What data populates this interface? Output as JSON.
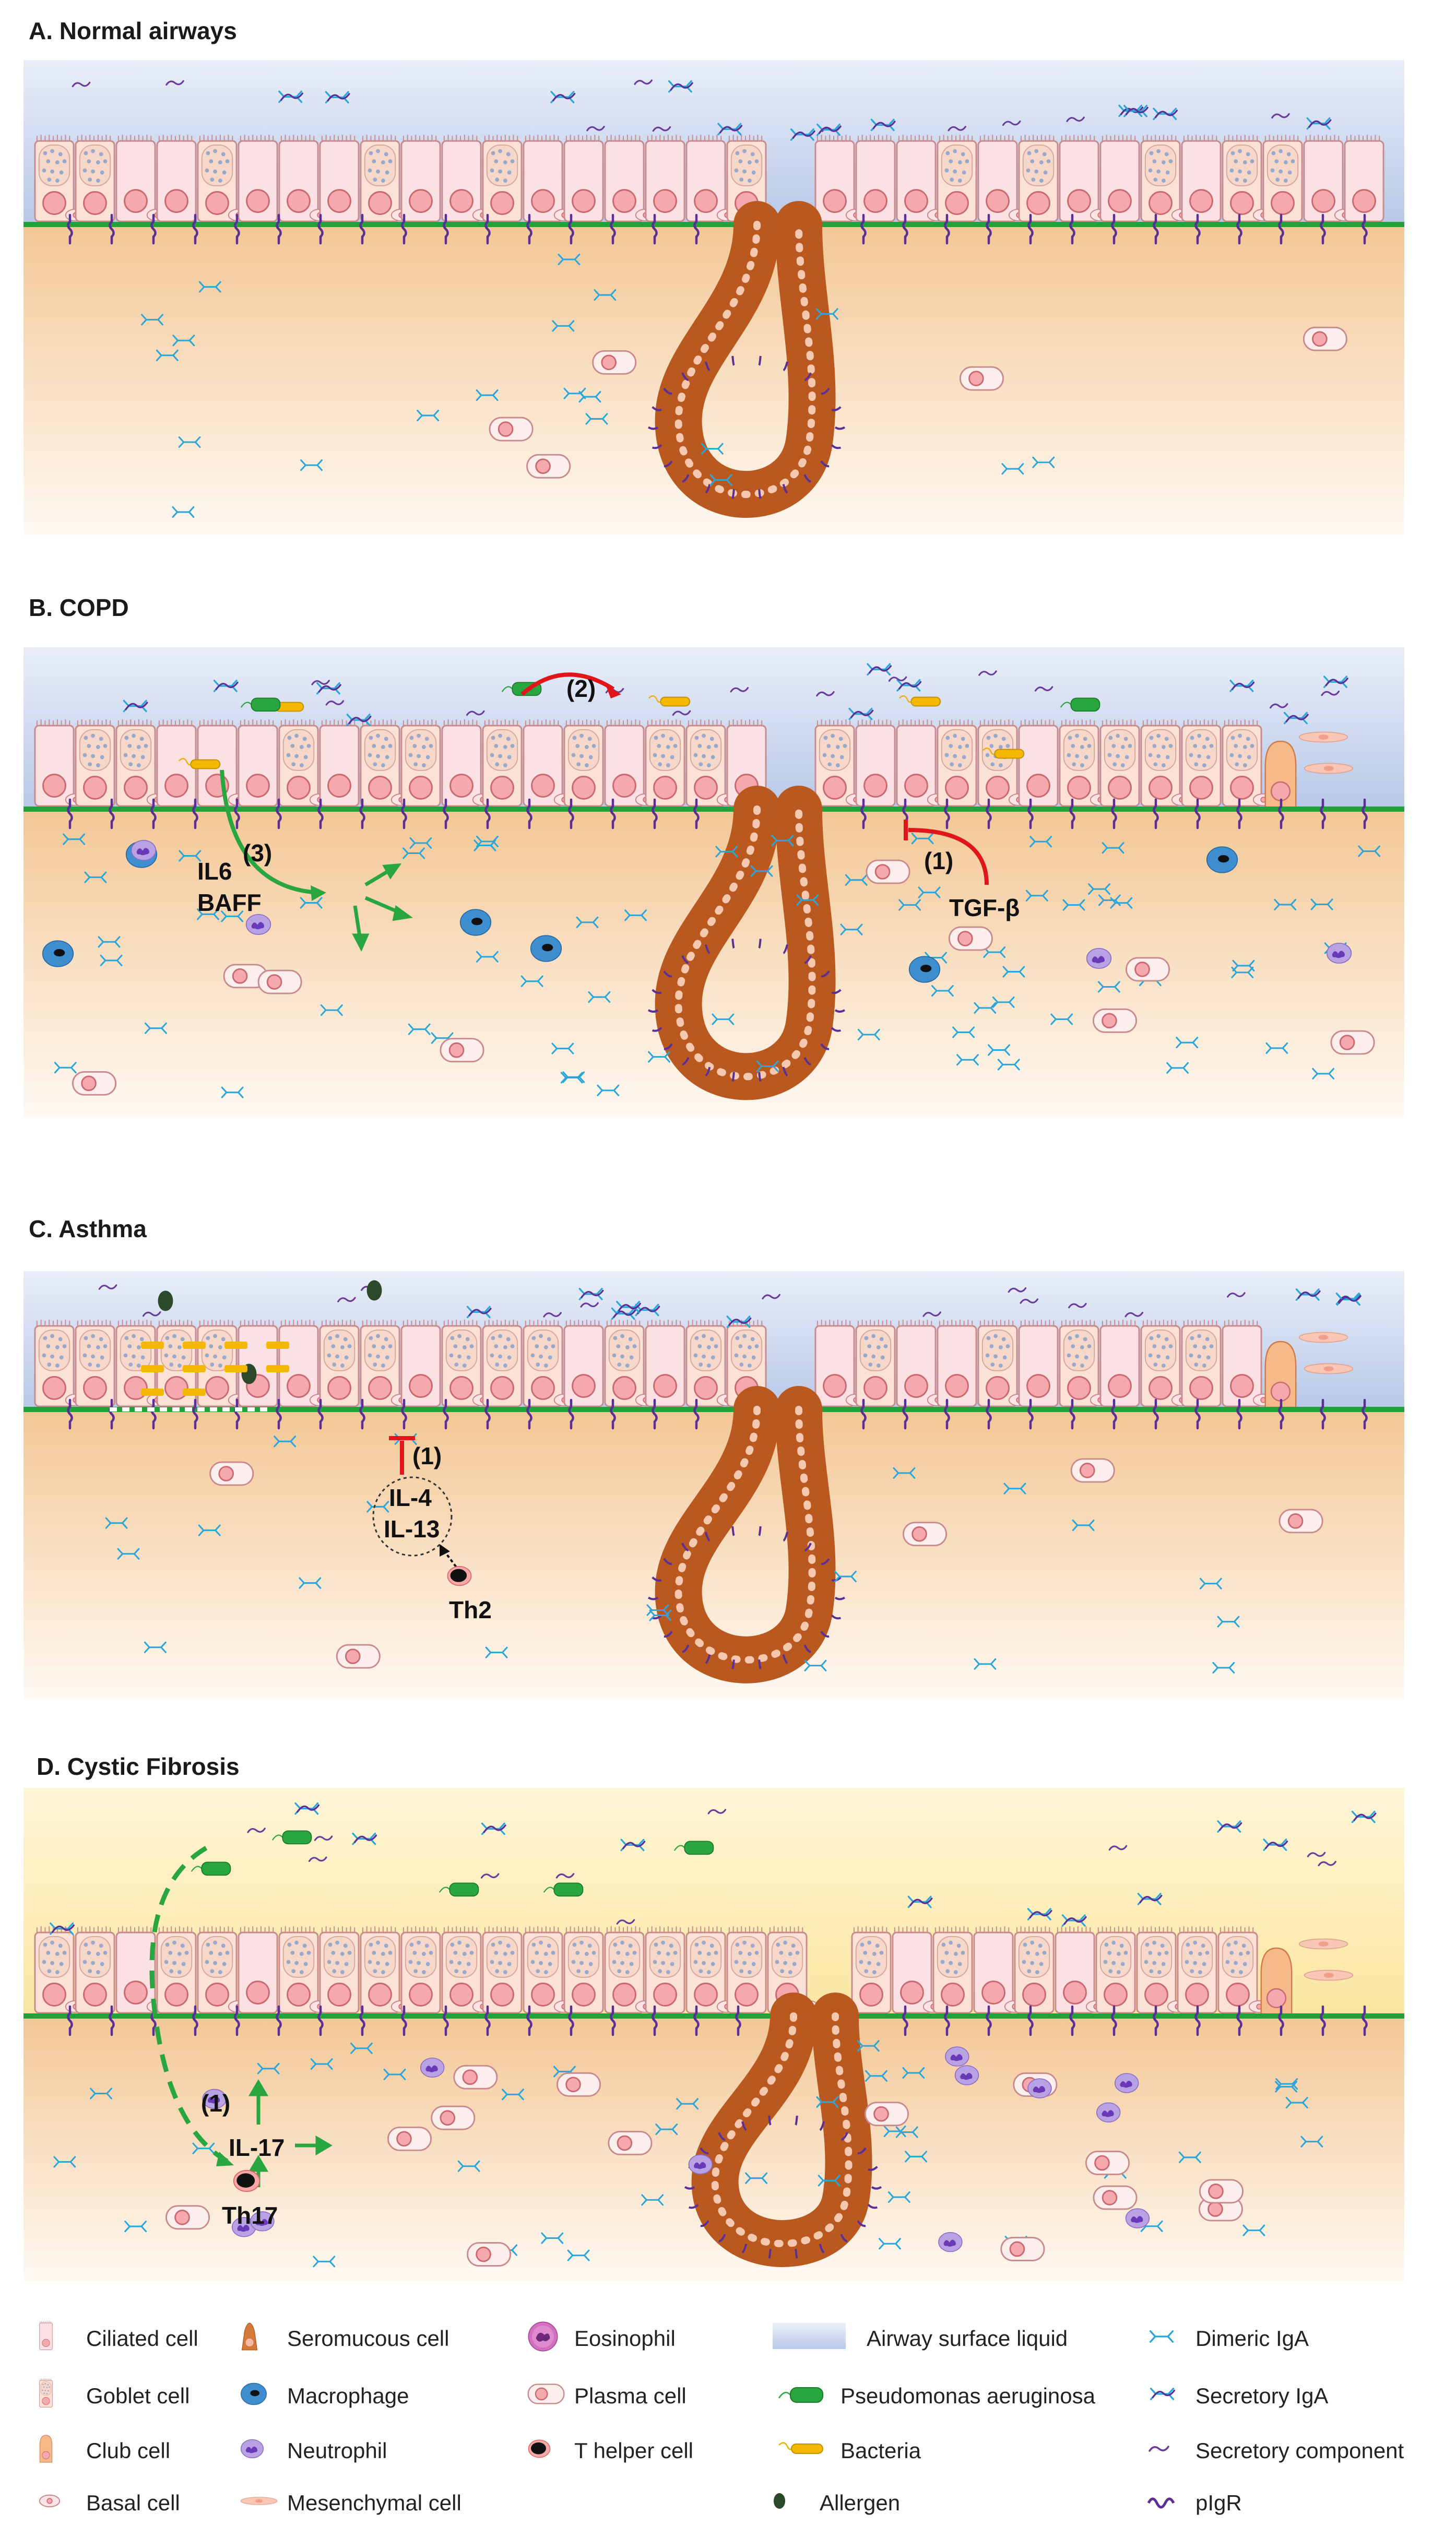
{
  "panels": [
    {
      "key": "A",
      "title": "A. Normal airways",
      "fluid": "blue"
    },
    {
      "key": "B",
      "title": "B. COPD",
      "fluid": "blue"
    },
    {
      "key": "C",
      "title": "C. Asthma",
      "fluid": "blue"
    },
    {
      "key": "D",
      "title": "D. Cystic Fibrosis",
      "fluid": "yellow"
    }
  ],
  "annotations": {
    "copd_step1": "(1)",
    "copd_step2": "(2)",
    "copd_step3": "(3)",
    "copd_il6": "IL6",
    "copd_baff": "BAFF",
    "copd_tgfb": "TGF-β",
    "asthma_step1": "(1)",
    "asthma_il4": "IL-4",
    "asthma_il13": "IL-13",
    "asthma_th2": "Th2",
    "cf_step1": "(1)",
    "cf_il17": "IL-17",
    "cf_th17": "Th17"
  },
  "legend": [
    {
      "label": "Ciliated cell",
      "icon": "ciliated-cell-icon"
    },
    {
      "label": "Goblet cell",
      "icon": "goblet-cell-icon"
    },
    {
      "label": "Club cell",
      "icon": "club-cell-icon"
    },
    {
      "label": "Basal cell",
      "icon": "basal-cell-icon"
    },
    {
      "label": "Seromucous cell",
      "icon": "seromucous-cell-icon"
    },
    {
      "label": "Macrophage",
      "icon": "macrophage-icon"
    },
    {
      "label": "Neutrophil",
      "icon": "neutrophil-icon"
    },
    {
      "label": "Mesenchymal cell",
      "icon": "mesenchymal-cell-icon"
    },
    {
      "label": "Eosinophil",
      "icon": "eosinophil-icon"
    },
    {
      "label": "Plasma cell",
      "icon": "plasma-cell-icon"
    },
    {
      "label": "T helper cell",
      "icon": "t-helper-cell-icon"
    },
    {
      "label": "Airway surface liquid",
      "icon": "airway-surface-liquid-icon"
    },
    {
      "label": "Pseudomonas aeruginosa",
      "icon": "pseudomonas-icon"
    },
    {
      "label": "Bacteria",
      "icon": "bacteria-icon"
    },
    {
      "label": "Allergen",
      "icon": "allergen-icon"
    },
    {
      "label": "Dimeric IgA",
      "icon": "dimeric-iga-icon"
    },
    {
      "label": "Secretory IgA",
      "icon": "secretory-iga-icon"
    },
    {
      "label": "Secretory component",
      "icon": "secretory-component-icon"
    },
    {
      "label": "pIgR",
      "icon": "pigr-icon"
    }
  ],
  "colors": {
    "membrane": "#1fa33a",
    "tissue_top": "#f3c999",
    "fluid_blue": "#bccbe9",
    "fluid_yellow": "#fbe7a0",
    "gland": "#b9591f",
    "iga": "#2aa6db",
    "pigr": "#6a3b9a",
    "red_arrow": "#e0161b",
    "green_arrow": "#2aa640"
  }
}
